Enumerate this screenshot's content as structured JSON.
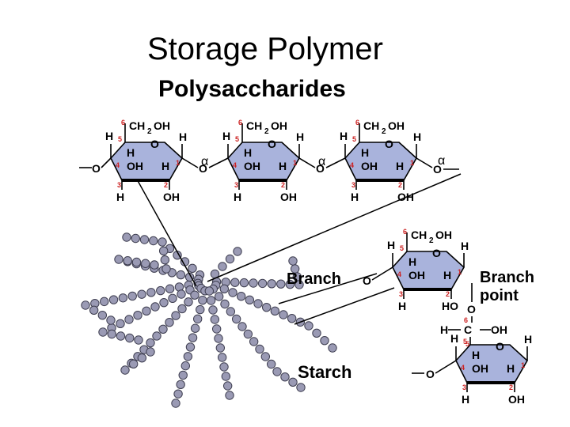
{
  "title": "Storage Polymer",
  "subtitle": "Polysaccharides",
  "labels": {
    "branch": "Branch",
    "branch_point_line1": "Branch",
    "branch_point_line2": "point",
    "starch": "Starch"
  },
  "glucose_ring": {
    "ch2oh": "CH",
    "ch2oh_sub": "2",
    "ch2oh_tail": "OH",
    "ring_o": "O",
    "h": "H",
    "oh": "OH",
    "ho": "HO",
    "bridge_o": "O",
    "alpha": "α",
    "carbon_c": "C",
    "carbon_numbers": [
      "1",
      "2",
      "3",
      "4",
      "5",
      "6"
    ]
  },
  "colors": {
    "ring_fill": "#a9b3dc",
    "carbon_number": "#cc2222",
    "bead_fill": "#9a9ab4",
    "bead_stroke": "#3e3e50"
  }
}
